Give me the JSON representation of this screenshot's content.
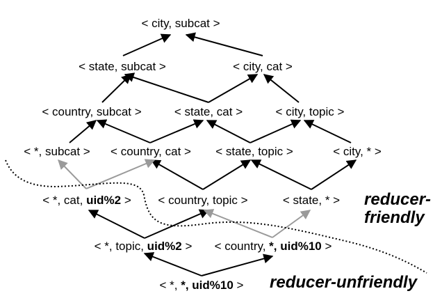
{
  "nodes": {
    "city_subcat": {
      "pre": "< city, subcat >",
      "bold": "",
      "post": ""
    },
    "state_subcat": {
      "pre": "< state, subcat >",
      "bold": "",
      "post": ""
    },
    "city_cat": {
      "pre": "< city, cat >",
      "bold": "",
      "post": ""
    },
    "country_subcat": {
      "pre": "< country, subcat >",
      "bold": "",
      "post": ""
    },
    "state_cat": {
      "pre": "< state, cat >",
      "bold": "",
      "post": ""
    },
    "city_topic": {
      "pre": "< city, topic >",
      "bold": "",
      "post": ""
    },
    "star_subcat": {
      "pre": "< *, subcat >",
      "bold": "",
      "post": ""
    },
    "country_cat": {
      "pre": "< country, cat >",
      "bold": "",
      "post": ""
    },
    "state_topic": {
      "pre": "< state, topic >",
      "bold": "",
      "post": ""
    },
    "city_star": {
      "pre": "< city, * >",
      "bold": "",
      "post": ""
    },
    "star_cat_uid2": {
      "pre": "< *, cat, ",
      "bold": "uid%2",
      "post": " >"
    },
    "country_topic": {
      "pre": "< country, topic >",
      "bold": "",
      "post": ""
    },
    "state_star": {
      "pre": "< state, * >",
      "bold": "",
      "post": ""
    },
    "star_topic_uid2": {
      "pre": "< *, topic, ",
      "bold": "uid%2",
      "post": " >"
    },
    "country_star_uid10": {
      "pre": "< country, ",
      "bold": "*, uid%10",
      "post": " >"
    },
    "star_star_uid10": {
      "pre": "< *, ",
      "bold": "*, uid%10",
      "post": " >"
    }
  },
  "regions": {
    "friendly_line1": "reducer-",
    "friendly_line2": "friendly",
    "unfriendly": "reducer-unfriendly"
  },
  "colors": {
    "text": "#000000",
    "edge_black": "#000000",
    "edge_gray": "#9a9a9a",
    "boundary": "#000000"
  }
}
